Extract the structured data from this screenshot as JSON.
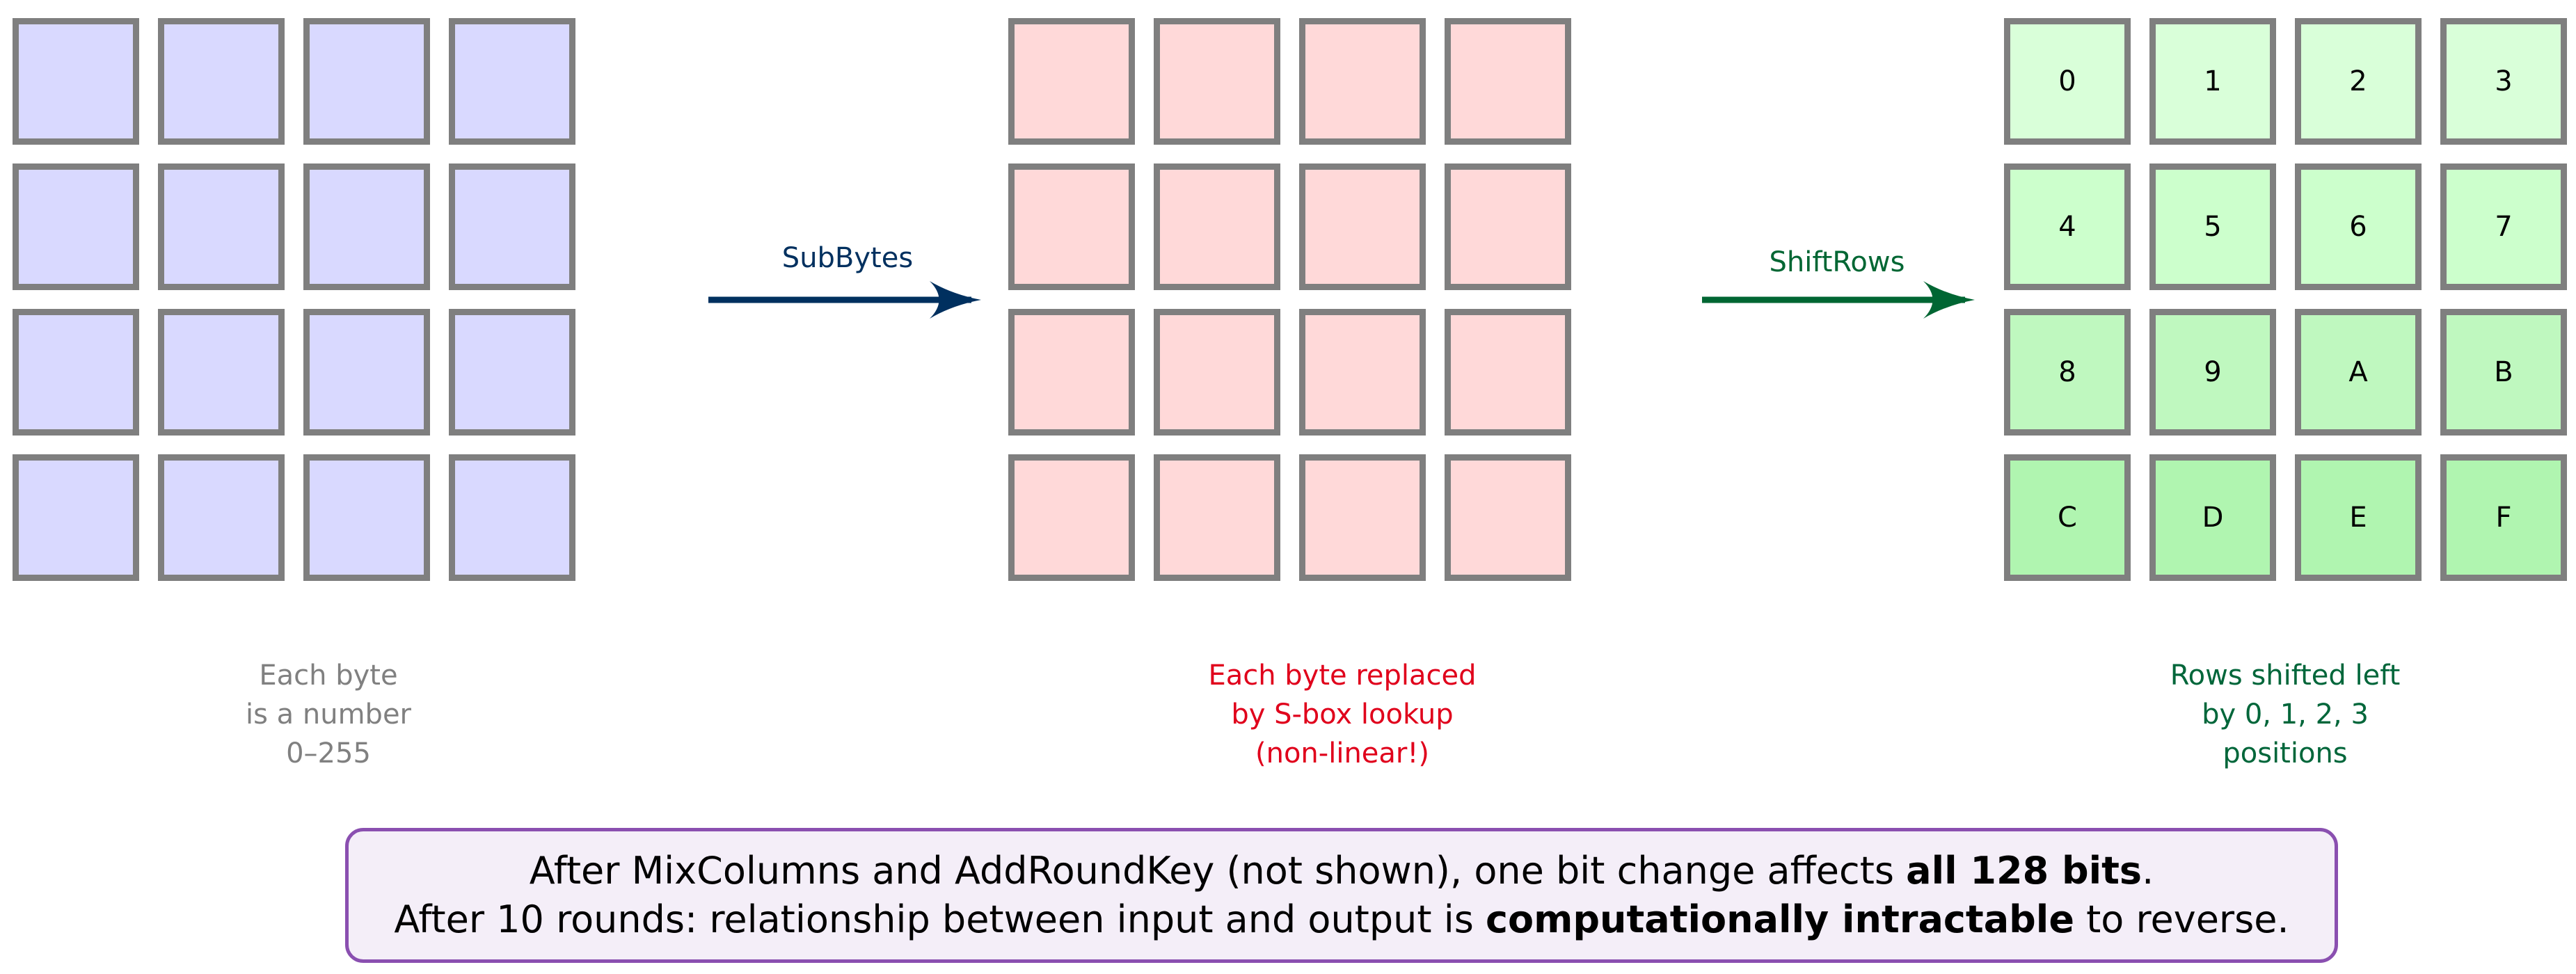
{
  "colors": {
    "cell_border": "#7f7f7f",
    "state_fill": "#d9d9ff",
    "subbytes_fill": "#ffd9d9",
    "shiftrows_fill_rows": [
      "#d9ffd9",
      "#ccffcc",
      "#bff8bf",
      "#b0f5b0"
    ],
    "subbytes_arrow": "#00305f",
    "shiftrows_arrow": "#006633",
    "caption_state": "#808080",
    "caption_subbytes": "#e0001b",
    "caption_shiftrows": "#00663a",
    "summary_border": "#8a4fb0",
    "summary_fill": "#f4eef8"
  },
  "grids": {
    "state": {
      "cells": [
        "",
        "",
        "",
        "",
        "",
        "",
        "",
        "",
        "",
        "",
        "",
        "",
        "",
        "",
        "",
        ""
      ]
    },
    "subbytes": {
      "cells": [
        "",
        "",
        "",
        "",
        "",
        "",
        "",
        "",
        "",
        "",
        "",
        "",
        "",
        "",
        "",
        ""
      ]
    },
    "shiftrows": {
      "cells": [
        "0",
        "1",
        "2",
        "3",
        "4",
        "5",
        "6",
        "7",
        "8",
        "9",
        "A",
        "B",
        "C",
        "D",
        "E",
        "F"
      ]
    }
  },
  "arrows": {
    "subbytes": {
      "label": "SubBytes"
    },
    "shiftrows": {
      "label": "ShiftRows"
    }
  },
  "captions": {
    "state": [
      "Each byte",
      "is a number",
      "0–255"
    ],
    "subbytes": [
      "Each byte replaced",
      "by S-box lookup",
      "(non-linear!)"
    ],
    "shiftrows": [
      "Rows shifted left",
      "by 0, 1, 2, 3",
      "positions"
    ]
  },
  "summary": {
    "line1_pre": "After MixColumns and AddRoundKey (not shown), one bit change affects ",
    "line1_bold": "all 128 bits",
    "line1_post": ".",
    "line2_pre": "After 10 rounds: relationship between input and output is ",
    "line2_bold": "computationally intractable",
    "line2_post": " to reverse."
  }
}
